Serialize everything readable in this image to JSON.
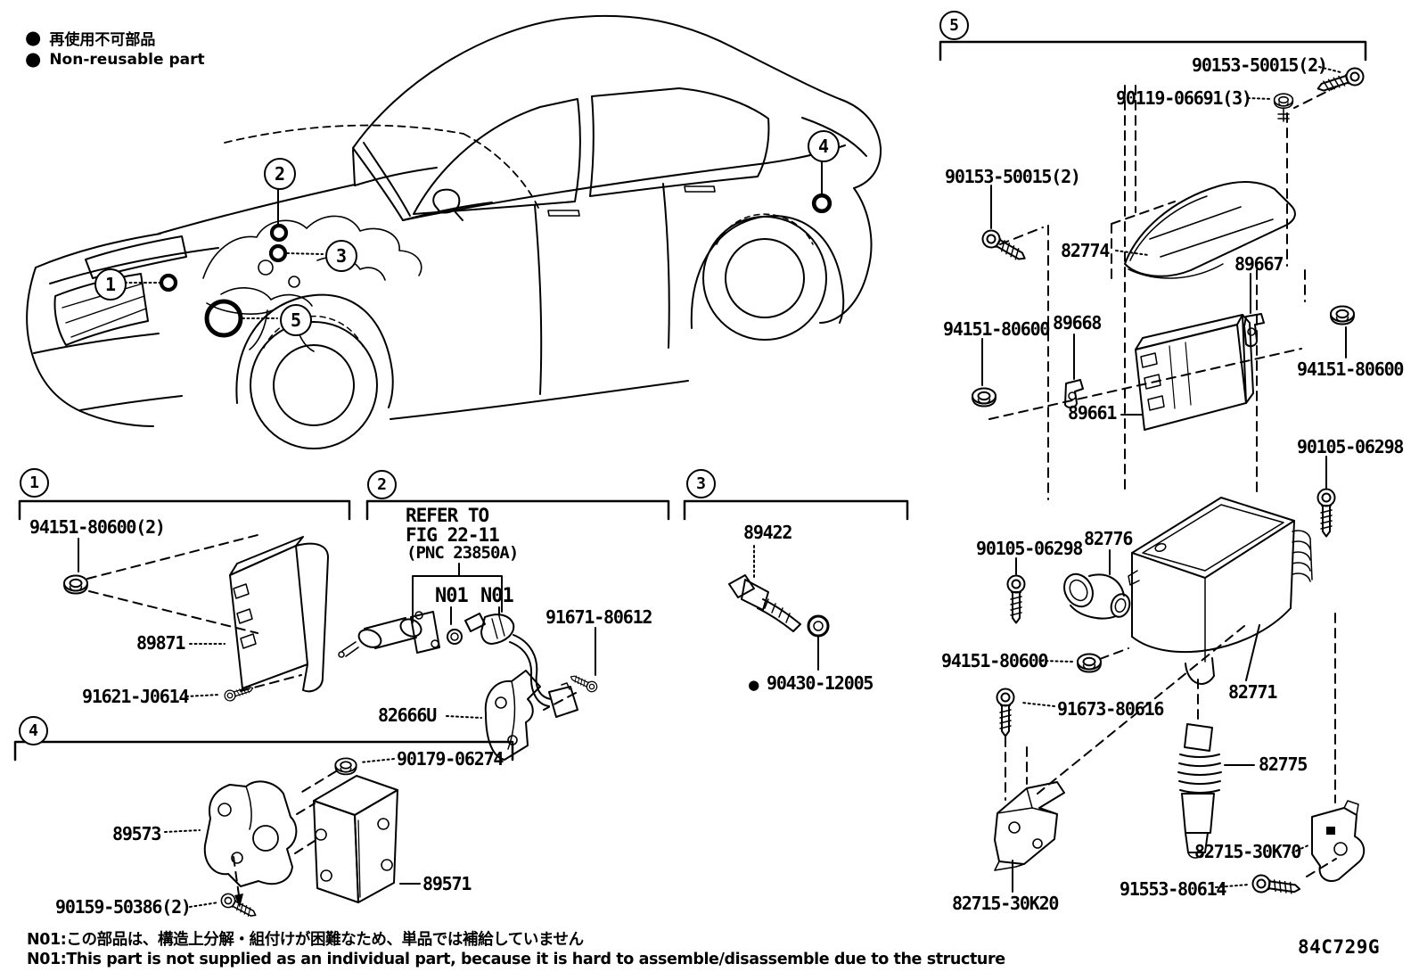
{
  "legend": {
    "bullet": "●",
    "jp": "再使用不可部品",
    "en": "Non-reusable part"
  },
  "figure_code": "84C729G",
  "notes": {
    "jp": "N01:この部品は、構造上分解・組付けが困難なため、単品では補給していません",
    "en": "N01:This part is not supplied as an individual part, because it is hard to assemble/disassemble due to the structure"
  },
  "refer": {
    "line1": "REFER TO",
    "line2": "FIG 22-11",
    "line3": "(PNC 23850A)",
    "tag1": "N01",
    "tag2": "N01"
  },
  "callouts": {
    "c1": "1",
    "c2": "2",
    "c3": "3",
    "c4": "4",
    "c5": "5"
  },
  "labels": [
    {
      "text": "90153-50015(2)"
    },
    {
      "text": "90119-06691(3)"
    },
    {
      "text": "90153-50015(2)"
    },
    {
      "text": "82774"
    },
    {
      "text": "89667"
    },
    {
      "text": "94151-80600"
    },
    {
      "text": "89668"
    },
    {
      "text": "89661"
    },
    {
      "text": "94151-80600"
    },
    {
      "text": "90105-06298"
    },
    {
      "text": "90105-06298"
    },
    {
      "text": "82776"
    },
    {
      "text": "94151-80600"
    },
    {
      "text": "91673-80616"
    },
    {
      "text": "82771"
    },
    {
      "text": "82775"
    },
    {
      "text": "82715-30K70"
    },
    {
      "text": "91553-80614"
    },
    {
      "text": "82715-30K20"
    },
    {
      "text": "94151-80600(2)"
    },
    {
      "text": "89871"
    },
    {
      "text": "91621-J0614"
    },
    {
      "text": "91671-80612"
    },
    {
      "text": "82666U"
    },
    {
      "text": "89422"
    },
    {
      "text": "90430-12005"
    },
    {
      "text": "90179-06274"
    },
    {
      "text": "89573"
    },
    {
      "text": "89571"
    },
    {
      "text": "90159-50386(2)"
    }
  ]
}
